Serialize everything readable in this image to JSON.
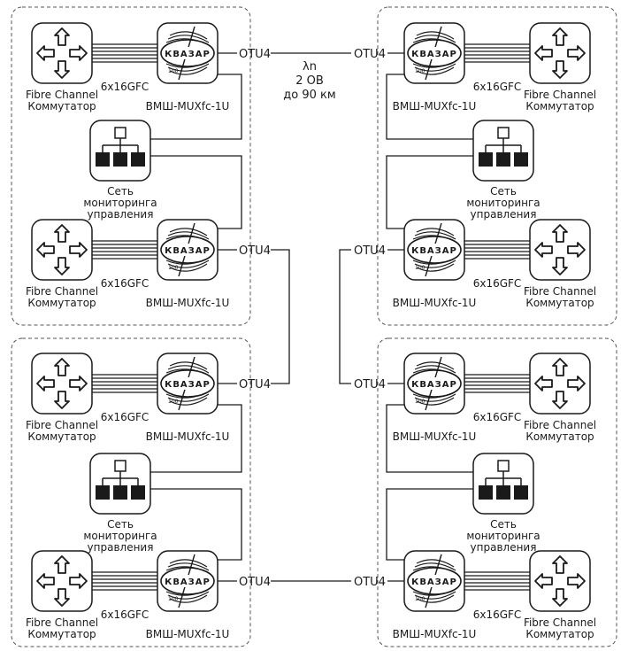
{
  "labels": {
    "switch_name": "Fibre Channel",
    "switch_sub": "Коммутатор",
    "mux_name": "ВМШ-MUXfc-1U",
    "ports": "6x16GFC",
    "otu": "OTU4",
    "monitor_1": "Сеть",
    "monitor_2": "мониторинга",
    "monitor_3": "управления",
    "logo": "КВАЗАР",
    "logo_sub": "100"
  },
  "link": {
    "lambda": "λn",
    "fibers": "2 ОВ",
    "distance": "до 90 км"
  },
  "colors": {
    "line": "#1a1a1a",
    "box_border": "#555555",
    "node_fill": "#ffffff",
    "dark_block": "#1a1a1a"
  },
  "icons": {
    "switch": "four-way-arrows-icon",
    "mux": "kvazar-logo-icon",
    "monitor": "network-tree-icon"
  }
}
